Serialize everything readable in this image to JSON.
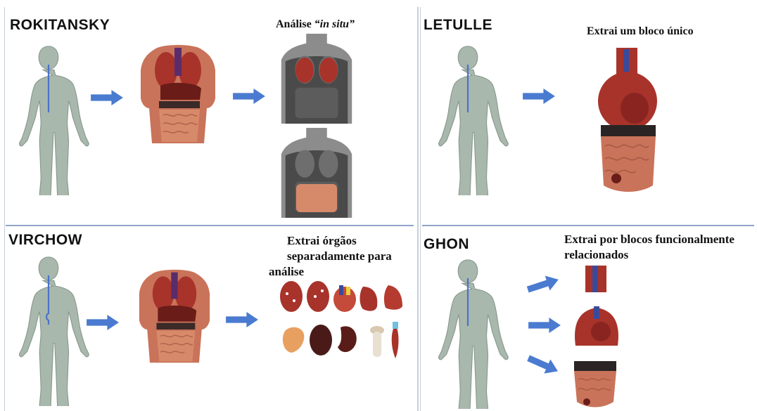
{
  "colors": {
    "body": "#a9b8ad",
    "body_stroke": "#8a9a8f",
    "spine": "#4a73c8",
    "arrow": "#4a7bd0",
    "divider": "#8fa4c8",
    "organ_red": "#a8332b",
    "organ_dark": "#6a1c18",
    "organ_pink": "#c9735a",
    "grey_torso": "#8c8c8c"
  },
  "quadrants": {
    "rokitansky": {
      "title": "ROKITANSKY",
      "caption_prefix": "Análise ",
      "caption_italic": "“in situ”"
    },
    "letulle": {
      "title": "LETULLE",
      "caption": "Extrai um bloco único"
    },
    "virchow": {
      "title": "VIRCHOW",
      "caption_line1": "Extrai órgãos",
      "caption_line2": "separadamente para",
      "caption_line3": "análise"
    },
    "ghon": {
      "title": "GHON",
      "caption_line1": "Extrai por blocos funcionalmente",
      "caption_line2": "relacionados"
    }
  },
  "icons": {
    "human_figure": "human-silhouette-icon",
    "arrow": "right-arrow-icon",
    "torso": "anatomical-torso-icon",
    "organ_block": "organ-block-icon"
  }
}
